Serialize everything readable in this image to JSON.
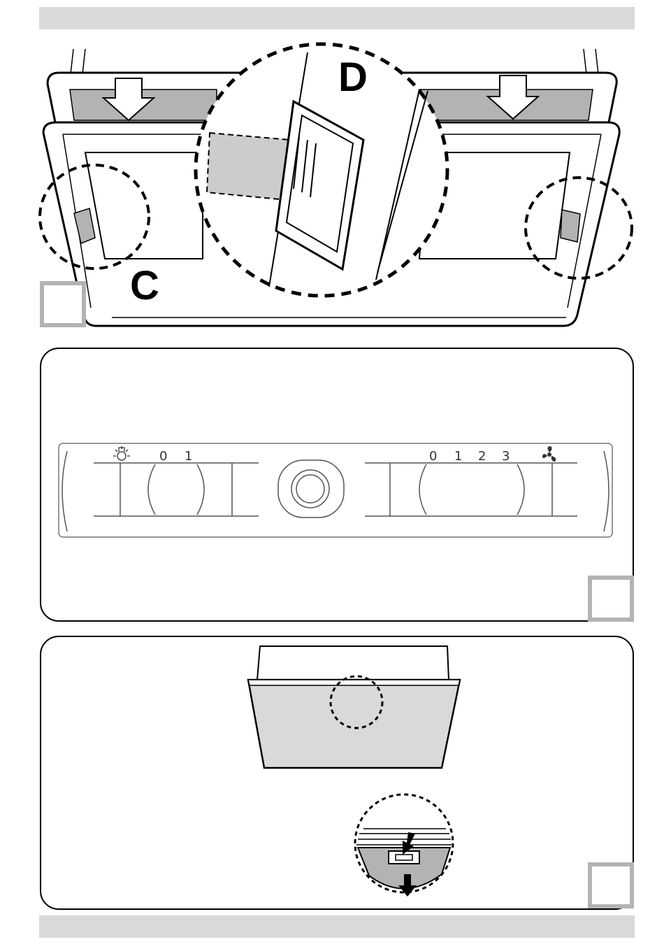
{
  "figure1": {
    "callout_c": "C",
    "callout_d": "D"
  },
  "figure2": {
    "light_icon": "light-bulb-icon",
    "light_positions": [
      "0",
      "1"
    ],
    "fan_positions": [
      "0",
      "1",
      "2",
      "3"
    ],
    "fan_icon": "fan-icon"
  },
  "figure3": {
    "arrow_icon": "down-arrow-icon"
  },
  "colors": {
    "filter_gray": "#b3b3b3",
    "panel_gray": "#d9d9d9",
    "zoom_gray": "#cccccc",
    "line": "#000000"
  }
}
